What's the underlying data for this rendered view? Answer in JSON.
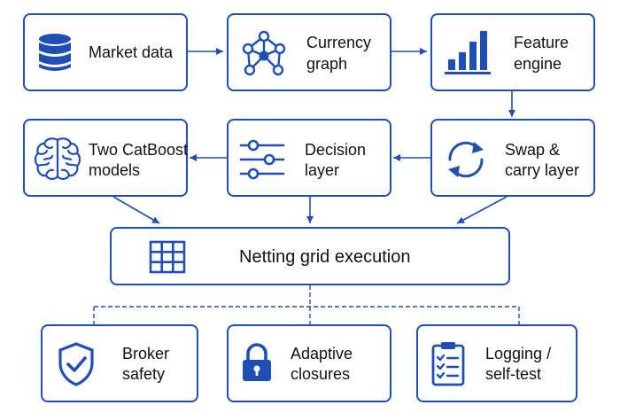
{
  "colors": {
    "accent": "#1f4fb4",
    "text": "#111111",
    "background": "#ffffff"
  },
  "nodes": {
    "market_data": {
      "line1": "Market data",
      "icon": "database-icon"
    },
    "currency_graph": {
      "line1": "Currency",
      "line2": "graph",
      "icon": "network-graph-icon"
    },
    "feature_engine": {
      "line1": "Feature",
      "line2": "engine",
      "icon": "bar-chart-icon"
    },
    "catboost": {
      "line1": "Two CatBoost",
      "line2": "models",
      "icon": "brain-icon"
    },
    "decision": {
      "line1": "Decision",
      "line2": "layer",
      "icon": "sliders-icon"
    },
    "swap": {
      "line1": "Swap &",
      "line2": "carry layer",
      "icon": "refresh-icon"
    },
    "netting": {
      "line1": "Netting grid execution",
      "icon": "grid-icon"
    },
    "broker": {
      "line1": "Broker",
      "line2": "safety",
      "icon": "shield-check-icon"
    },
    "closures": {
      "line1": "Adaptive",
      "line2": "closures",
      "icon": "lock-icon"
    },
    "logging": {
      "line1": "Logging /",
      "line2": "self-test",
      "icon": "clipboard-checklist-icon"
    }
  }
}
